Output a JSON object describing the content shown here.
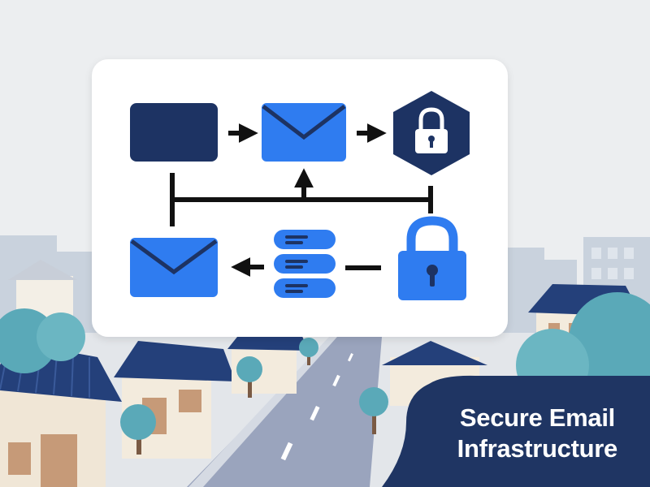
{
  "title": {
    "line1": "Secure Email",
    "line2": "Infrastructure"
  },
  "colors": {
    "navy": "#1d3363",
    "blue": "#2f7cf0",
    "arrow": "#111111",
    "card": "#ffffff",
    "banner": "#1f3563",
    "roof": "#24407a",
    "tree": "#5aa9b8",
    "road": "#9aa4bd"
  },
  "diagram": {
    "nodes": [
      {
        "name": "source-box",
        "icon": "rectangle-block"
      },
      {
        "name": "outgoing-mail",
        "icon": "envelope-icon"
      },
      {
        "name": "encryption-shield",
        "icon": "lock-hexagon-icon"
      },
      {
        "name": "incoming-mail",
        "icon": "envelope-icon"
      },
      {
        "name": "mail-server",
        "icon": "server-stack-icon"
      },
      {
        "name": "secure-lock",
        "icon": "padlock-icon"
      }
    ]
  }
}
